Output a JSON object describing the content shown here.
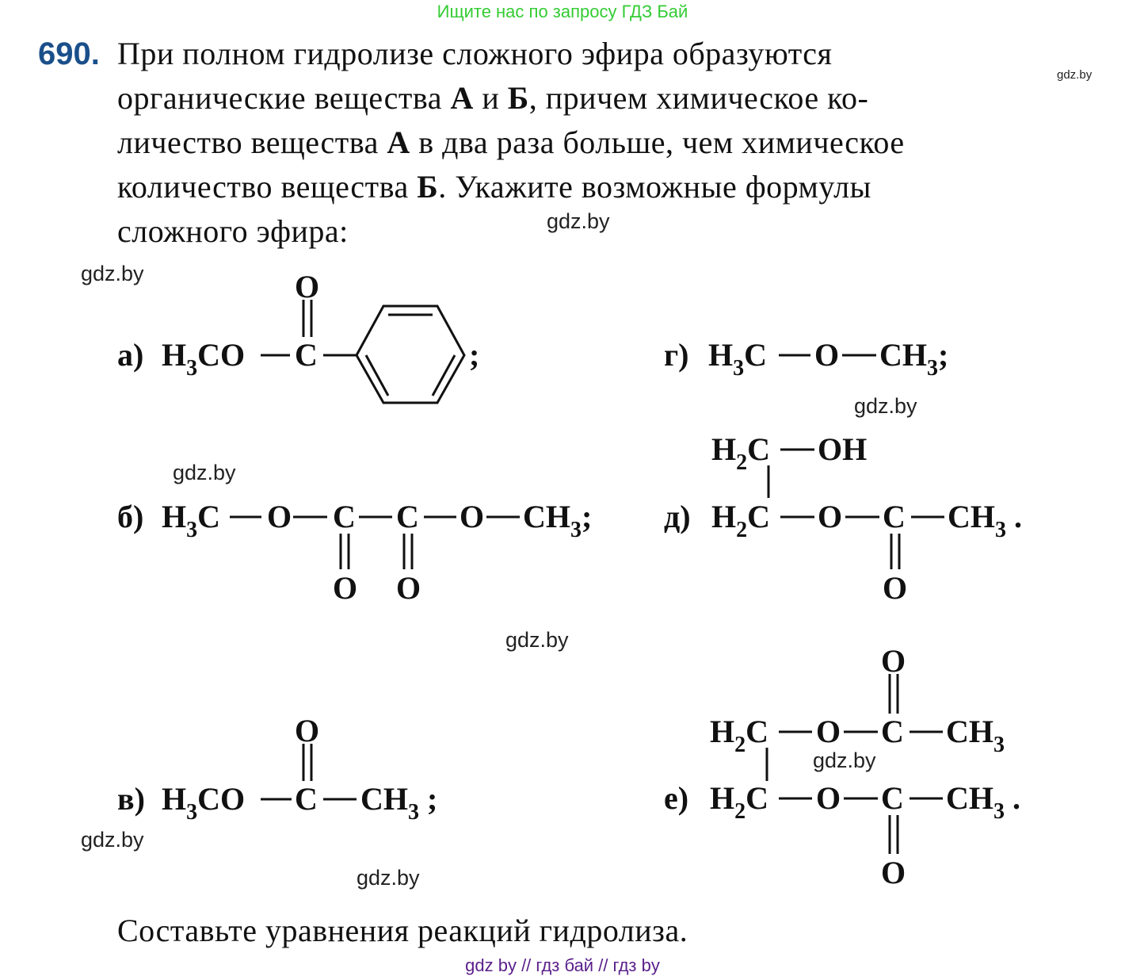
{
  "header": {
    "banner": "Ищите нас по запросу ГДЗ Бай"
  },
  "problem": {
    "number": "690.",
    "lines": [
      "При полном гидролизе сложного эфира образуются",
      "органические вещества",
      "А",
      "и",
      "Б",
      ", причем химическое ко-",
      "личество вещества",
      "А",
      "в два раза больше, чем химическое",
      "количество вещества",
      "Б",
      ". Укажите возможные формулы",
      "сложного эфира:"
    ],
    "question": "Составьте уравнения реакций гидролиза."
  },
  "options": {
    "a": {
      "label": "а)",
      "left": "H",
      "left_sub": "3",
      "left_rest": "CO",
      "center": "C",
      "top": "O",
      "end": ";"
    },
    "b": {
      "label": "б)",
      "atoms": [
        "H",
        "3",
        "C",
        "O",
        "C",
        "C",
        "O",
        "CH",
        "3"
      ],
      "bottom_o1": "O",
      "bottom_o2": "O",
      "end": ";"
    },
    "v": {
      "label": "в)",
      "left": "H",
      "left_sub": "3",
      "left_rest": "CO",
      "center": "C",
      "top": "O",
      "right": "CH",
      "right_sub": "3",
      "end": ";"
    },
    "g": {
      "label": "г)",
      "left": "H",
      "left_sub": "3",
      "left_rest": "C",
      "middle": "O",
      "right": "CH",
      "right_sub": "3",
      "end": ";"
    },
    "d": {
      "label": "д)",
      "top_left": "H",
      "top_sub": "2",
      "top_c": "C",
      "top_right": "OH",
      "bot_left": "H",
      "bot_sub": "2",
      "bot_c": "C",
      "o": "O",
      "c": "C",
      "right": "CH",
      "right_sub": "3",
      "bottom_o": "O",
      "end": "."
    },
    "e": {
      "label": "е)",
      "top_left": "H",
      "top_sub": "2",
      "top_c": "C",
      "top_o": "O",
      "top_cc": "C",
      "top_right": "CH",
      "top_right_sub": "3",
      "top_oo": "O",
      "bot_left": "H",
      "bot_sub": "2",
      "bot_c": "C",
      "bot_o": "O",
      "bot_cc": "C",
      "bot_right": "CH",
      "bot_right_sub": "3",
      "bot_oo": "O",
      "end": "."
    }
  },
  "watermarks": {
    "small": "gdz.by",
    "w1": "gdz.by",
    "w2": "gdz.by",
    "w3": "gdz.by",
    "w4": "gdz.by",
    "w5": "gdz.by",
    "w6": "gdz.by",
    "w7": "gdz.by",
    "w8": "gdz.by"
  },
  "footer": {
    "banner": "gdz by  //  гдз бай  //  гдз by"
  }
}
